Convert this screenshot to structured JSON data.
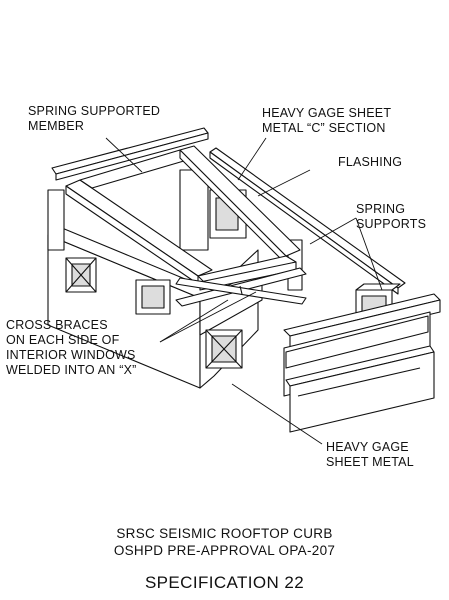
{
  "labels": {
    "spring_supported_member": [
      "SPRING SUPPORTED",
      "MEMBER"
    ],
    "heavy_gage_c_section": [
      "HEAVY GAGE SHEET",
      "METAL “C” SECTION"
    ],
    "flashing": [
      "FLASHING"
    ],
    "spring_supports": [
      "SPRING",
      "SUPPORTS"
    ],
    "cross_braces": [
      "CROSS BRACES",
      "ON EACH SIDE OF",
      "INTERIOR WINDOWS",
      "WELDED INTO AN “X”"
    ],
    "heavy_gage_sheet_metal": [
      "HEAVY GAGE",
      "SHEET METAL"
    ]
  },
  "caption": {
    "line1": "SRSC  SEISMIC ROOFTOP CURB",
    "line2": "OSHPD PRE-APPROVAL OPA-207",
    "line3": "SPECIFICATION 22"
  }
}
